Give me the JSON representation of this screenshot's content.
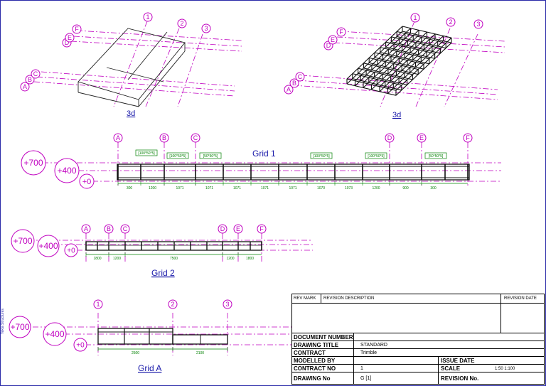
{
  "views": {
    "view_3d_left": {
      "title": "3d"
    },
    "view_3d_right": {
      "title": "3d"
    },
    "grid1": {
      "title": "Grid 1",
      "columns": [
        "A",
        "B",
        "C",
        "D",
        "E",
        "F"
      ],
      "levels": [
        "+700",
        "+400",
        "+0"
      ],
      "beam_tags": [
        "[100*50*5]",
        "[100*50*5]",
        "[50*50*5]",
        "[100*50*5]",
        "[100*50*5]",
        "[50*50*5]"
      ],
      "dims": [
        "300",
        "1200",
        "1071",
        "1071",
        "1071",
        "1071",
        "1071",
        "1070",
        "1073",
        "1200",
        "900",
        "300"
      ]
    },
    "grid2": {
      "title": "Grid 2",
      "columns": [
        "A",
        "B",
        "C",
        "D",
        "E",
        "F"
      ],
      "levels": [
        "+700",
        "+400",
        "+0"
      ],
      "dims": [
        "1800",
        "1200",
        "7500",
        "1200",
        "1800"
      ]
    },
    "gridA": {
      "title": "Grid A",
      "columns": [
        "1",
        "2",
        "3"
      ],
      "levels": [
        "+700",
        "+400",
        "+0"
      ],
      "dims": [
        "2500",
        "2100"
      ]
    }
  },
  "axis_labels_3d": {
    "rows": [
      "A",
      "B",
      "C",
      "D",
      "E",
      "F"
    ],
    "cols": [
      "1",
      "2",
      "3"
    ]
  },
  "title_block": {
    "rev_mark": "REV MARK",
    "revision_description": "REVISION DESCRIPTION",
    "revision_date": "REVISION DATE",
    "document_number": "DOCUMENT NUMBER",
    "drawing_title_label": "DRAWING TITLE",
    "drawing_title_value": "STANDARD",
    "contract_label": "CONTRACT",
    "contract_value": "Trimble",
    "modelled_by_label": "MODELLED BY",
    "issue_date_label": "ISSUE DATE",
    "contract_no_label": "CONTRACT NO",
    "contract_no_value": "1",
    "scale_label": "SCALE",
    "scale_value": "1:50    1:100",
    "drawing_no_label": "DRAWING No",
    "drawing_no_value": "G  [1]",
    "revision_no_label": "REVISION No."
  },
  "sidebar_text": "Tekla Structures",
  "colors": {
    "grid": "#c000c0",
    "frame": "#2a2aa8",
    "dim": "#008000",
    "link": "#1a1aaa"
  }
}
